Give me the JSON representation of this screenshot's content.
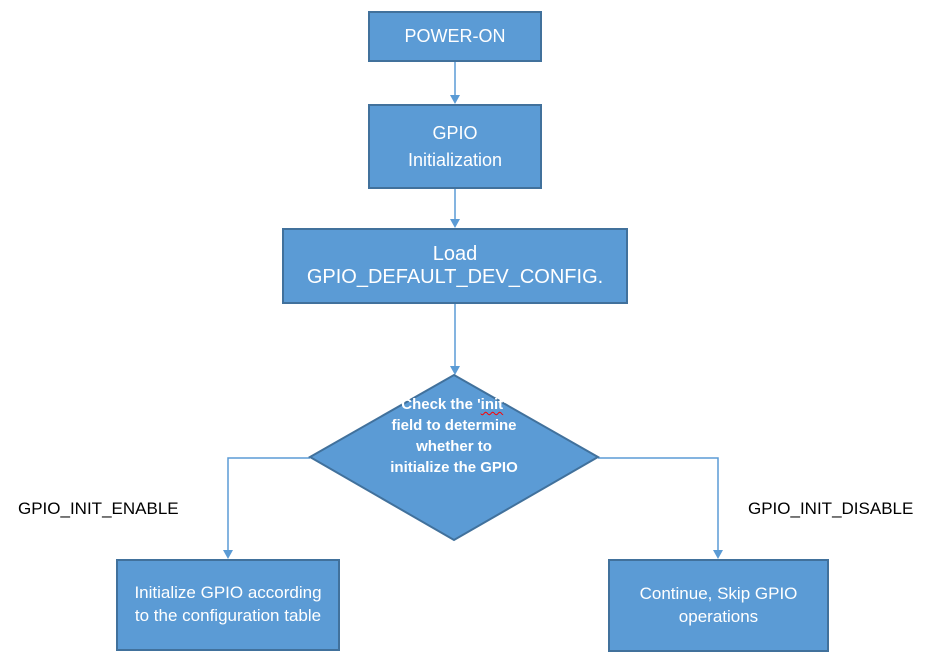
{
  "colors": {
    "background": "#FFFFFF",
    "shape_fill": "#5B9BD5",
    "shape_border": "#41719C",
    "shape_text": "#FFFFFF",
    "connector": "#5B9BD5",
    "branch_label_text": "#000000",
    "spellcheck_squiggle": "#FF0000"
  },
  "flowchart": {
    "nodes": {
      "power_on": {
        "label": "POWER-ON"
      },
      "gpio_initialization": {
        "label": "GPIO\nInitialization"
      },
      "load_config": {
        "label": "Load GPIO_DEFAULT_DEV_CONFIG."
      },
      "check_init": {
        "label": "Check the 'init' field to determine whether to initialize the GPIO",
        "label_part1": "Check the '",
        "label_part2": "init",
        "label_part3": "' field to determine whether to initialize the GPIO"
      },
      "init_gpio": {
        "label": "Initialize GPIO according to the configuration table"
      },
      "continue_skip": {
        "label": "Continue, Skip GPIO operations"
      }
    },
    "branch_labels": {
      "left": "GPIO_INIT_ENABLE",
      "right": "GPIO_INIT_DISABLE"
    }
  }
}
